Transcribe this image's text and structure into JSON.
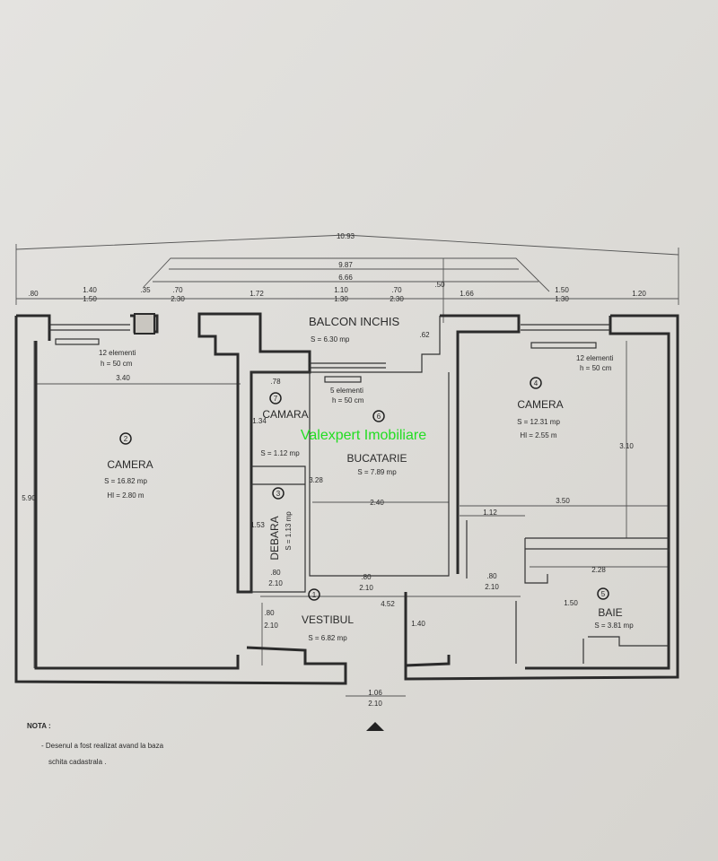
{
  "dimensions": {
    "total_width": "10.93",
    "balcony_outer": "9.87",
    "balcony_inner": "6.66",
    "top_row": [
      ".80",
      "1.40",
      "1.50",
      ".35",
      ".70",
      "2.30",
      "1.72",
      "1.10",
      "1.30",
      ".70",
      "2.30",
      ".50",
      "1.66",
      "1.50",
      "1.30",
      "1.20"
    ],
    "balcony_depth": ".62",
    "left_room_width": "3.40",
    "left_room_height": "5.90",
    "camara_width": ".78",
    "camara_height": "1.34",
    "kitchen_height": "3.28",
    "kitchen_width": "2.40",
    "right_room_width": "3.50",
    "right_room_height": "3.10",
    "right_offset": "1.12",
    "debara_height": "1.53",
    "door_widths": [
      ".80",
      ".80",
      ".80",
      ".80"
    ],
    "door_heights": [
      "2.10",
      "2.10",
      "2.10",
      "2.10"
    ],
    "hall_length": "4.52",
    "hall_depth": "1.40",
    "bath_width": "2.28",
    "bath_depth": "1.50",
    "entry_width": "1.06",
    "entry_height": "2.10"
  },
  "radiators": [
    {
      "label": "12 elementi",
      "height": "h = 50 cm"
    },
    {
      "label": "12 elementi",
      "height": "h = 50 cm"
    },
    {
      "label": "5 elementi",
      "height": "h = 50 cm"
    }
  ],
  "rooms": [
    {
      "number": "1",
      "name": "VESTIBUL",
      "area": "S = 6.82 mp"
    },
    {
      "number": "2",
      "name": "CAMERA",
      "area": "S = 16.82 mp",
      "height": "Hl = 2.80 m"
    },
    {
      "number": "3",
      "name": "DEBARA",
      "area": "S = 1.13 mp"
    },
    {
      "number": "4",
      "name": "CAMERA",
      "area": "S = 12.31 mp",
      "height": "Hl = 2.55 m"
    },
    {
      "number": "5",
      "name": "BAIE",
      "area": "S = 3.81 mp"
    },
    {
      "number": "6",
      "name": "BUCATARIE",
      "area": "S = 7.89 mp"
    },
    {
      "number": "7",
      "name": "CAMARA",
      "area": "S = 1.12 mp"
    }
  ],
  "balcony": {
    "name": "BALCON INCHIS",
    "area": "S = 6.30 mp"
  },
  "note": {
    "title": "NOTA :",
    "line1": "- Desenul a fost realizat avand la baza",
    "line2": "schita cadastrala ."
  },
  "watermark": "Valexpert Imobiliare"
}
